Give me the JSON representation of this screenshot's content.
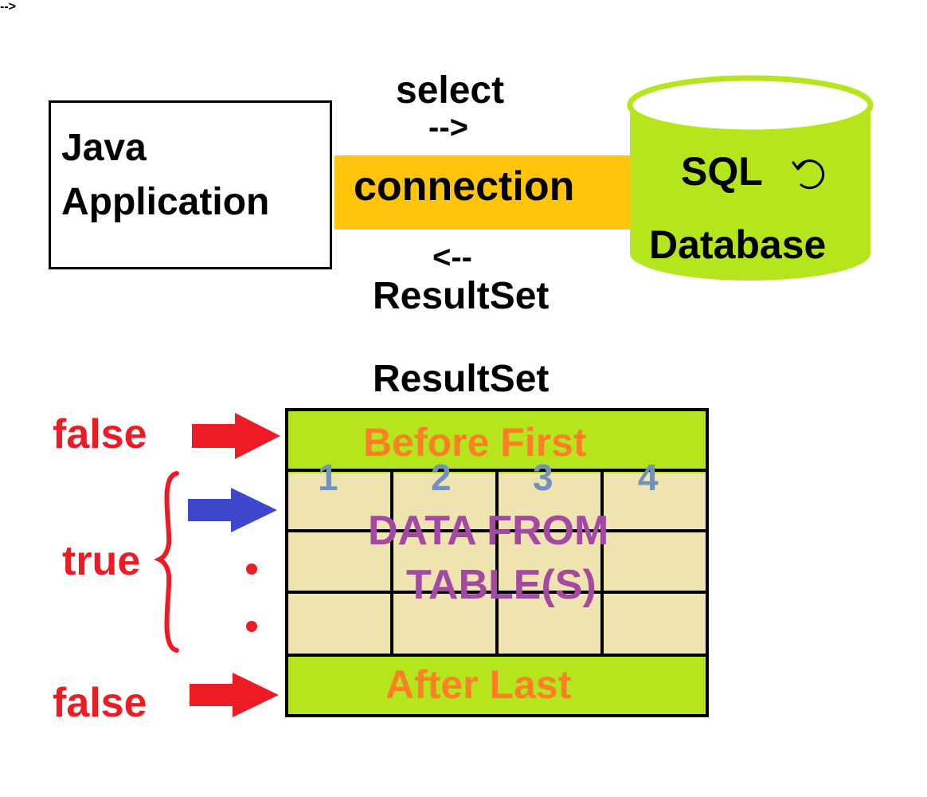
{
  "top": {
    "app_label_line1": "Java",
    "app_label_line2": "Application",
    "select_label": "select",
    "select_arrow": "-->",
    "connection_label": "connection",
    "return_arrow": "<--",
    "return_label": "ResultSet",
    "db_label_line1": "SQL",
    "db_label_line2": "Database",
    "db_icon": "refresh-icon"
  },
  "resultset": {
    "title": "ResultSet",
    "before_first": "Before First",
    "after_last": "After Last",
    "columns": [
      "1",
      "2",
      "3",
      "4"
    ],
    "data_line1": "DATA FROM",
    "data_line2": "TABLE(S)",
    "false_top": "false",
    "true_label": "true",
    "false_bottom": "false"
  },
  "colors": {
    "connection": "#ffc50a",
    "database": "#b5e61d",
    "grid_green": "#b5e61d",
    "grid_tan": "#efe4b0",
    "red": "#ed1c24",
    "blue": "#3f48cc",
    "orange": "#ff7f27",
    "purple": "#a349a4",
    "column_blue": "#7092be"
  }
}
